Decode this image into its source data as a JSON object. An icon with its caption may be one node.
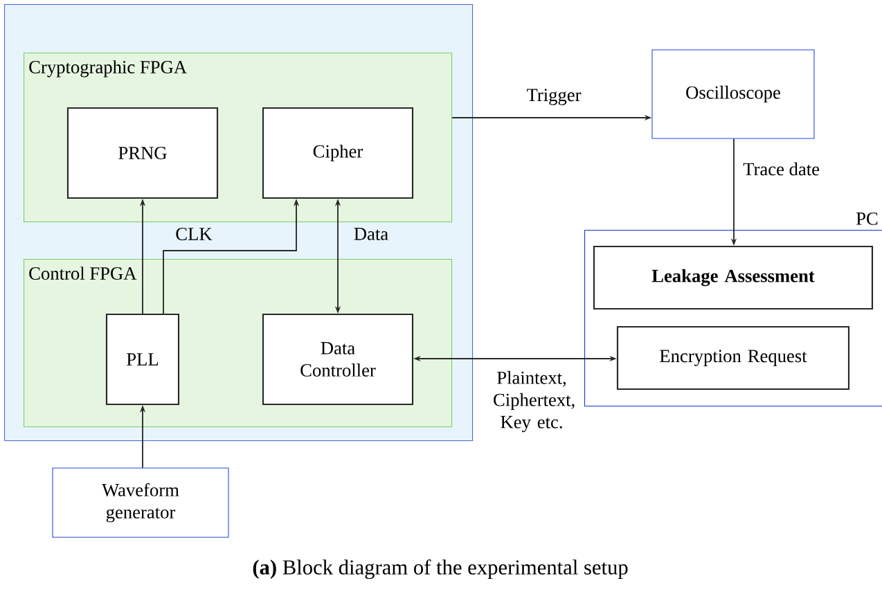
{
  "diagram": {
    "caption": "**(a)** Block diagram of the experimental setup",
    "nodes": [
      {
        "text": [],
        "shape": "box"
      },
      {
        "text": [
          "Cryptographic FPGA"
        ],
        "in": 0
      },
      {
        "text": [
          "PRNG"
        ],
        "in": 1
      },
      {
        "text": [
          "Cipher"
        ],
        "in": 1
      },
      {
        "text": [
          "Control FPGA"
        ],
        "in": 0
      },
      {
        "text": [
          "PLL"
        ],
        "in": 4
      },
      {
        "text": [
          "Data Controller"
        ],
        "in": 4
      },
      {
        "text": [
          "Oscilloscope"
        ]
      },
      {
        "text": [
          "PC"
        ]
      },
      {
        "text": [
          "Leakage Assessment"
        ],
        "in": 8
      },
      {
        "text": [
          "Encryption Request"
        ],
        "in": 8
      },
      {
        "text": [
          "Waveform generator"
        ]
      }
    ],
    "edges": [
      {
        "from": 5,
        "to": 2,
        "arrow": "to"
      },
      {
        "from": 5,
        "to": 3,
        "arrow": "to",
        "label": "CLK"
      },
      {
        "from": 3,
        "to": 6,
        "arrow": "both",
        "label": "Data"
      },
      {
        "from": 1,
        "to": 7,
        "arrow": "to",
        "label": "Trigger"
      },
      {
        "from": 7,
        "to": 9,
        "arrow": "to",
        "label": "Trace date"
      },
      {
        "from": 6,
        "to": 10,
        "arrow": "both",
        "label": "Plaintext, Ciphertext, Key etc."
      },
      {
        "from": 11,
        "to": 5,
        "arrow": "to"
      }
    ]
  }
}
